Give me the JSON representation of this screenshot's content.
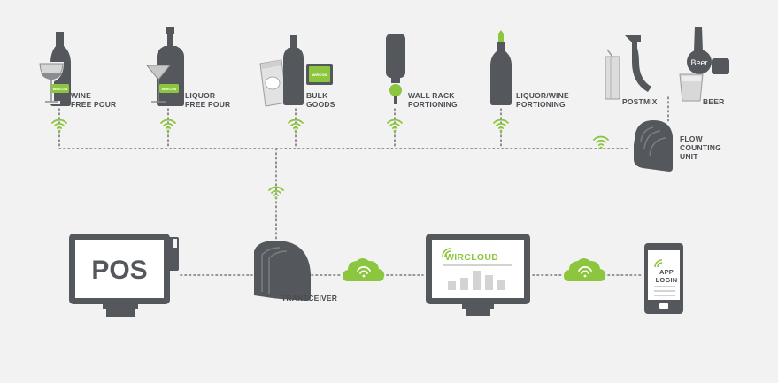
{
  "colors": {
    "device": "#54575c",
    "accent": "#8cc63f",
    "line": "#777777",
    "background": "#f2f2f2"
  },
  "devices": [
    {
      "id": "wine",
      "line1": "WINE",
      "line2": "FREE POUR",
      "icon": "wine-bottle-glass-icon"
    },
    {
      "id": "liquor",
      "line1": "LIQUOR",
      "line2": "FREE POUR",
      "icon": "liquor-bottle-martini-glass-icon"
    },
    {
      "id": "bulk",
      "line1": "BULK",
      "line2": "GOODS",
      "icon": "bulk-goods-icon"
    },
    {
      "id": "wallrack",
      "line1": "WALL RACK",
      "line2": "PORTIONING",
      "icon": "wall-rack-bottle-icon"
    },
    {
      "id": "portioning",
      "line1": "LIQUOR/WINE",
      "line2": "PORTIONING",
      "icon": "portioning-bottle-icon"
    },
    {
      "id": "postmix",
      "line1": "POSTMIX",
      "line2": "",
      "icon": "postmix-tap-icon"
    },
    {
      "id": "beer",
      "line1": "BEER",
      "line2": "",
      "icon": "beer-tap-icon"
    }
  ],
  "flow_unit": {
    "line1": "FLOW",
    "line2": "COUNTING",
    "line3": "UNIT"
  },
  "pos": {
    "screen_text": "POS"
  },
  "transceiver": {
    "label": "TRANSCEIVER"
  },
  "wircloud": {
    "logo_text": "WIRCLOUD"
  },
  "app": {
    "line1": "APP",
    "line2": "LOGIN"
  },
  "beer_tap_text": "Beer",
  "brand_tag_text": "WIRCON"
}
